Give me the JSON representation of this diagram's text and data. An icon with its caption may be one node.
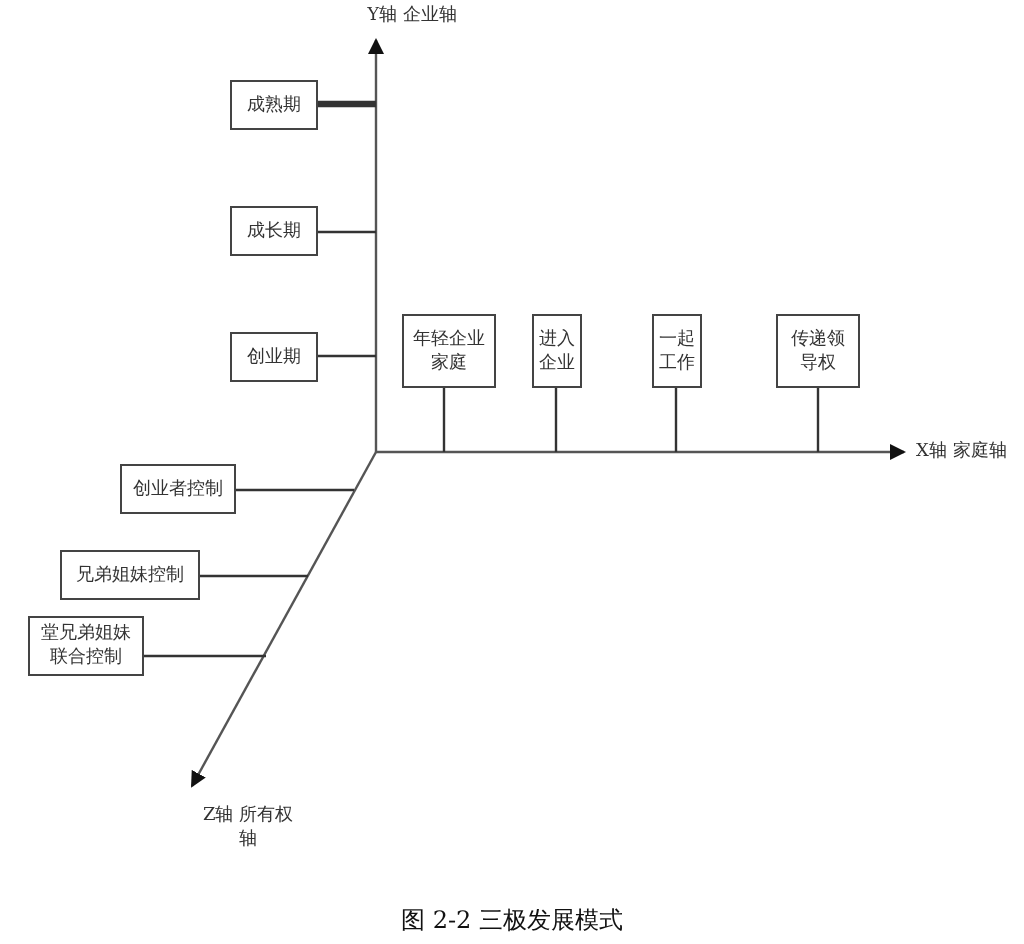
{
  "diagram": {
    "caption": "图 2-2 三极发展模式",
    "nodes": [
      {
        "text": [
          "成熟期"
        ]
      },
      {
        "text": [
          "成长期"
        ]
      },
      {
        "text": [
          "创业期"
        ]
      },
      {
        "text": [
          "年轻企业家庭"
        ]
      },
      {
        "text": [
          "进入企业"
        ]
      },
      {
        "text": [
          "一起工作"
        ]
      },
      {
        "text": [
          "传递领导权"
        ]
      },
      {
        "text": [
          "创业者控制"
        ]
      },
      {
        "text": [
          "兄弟姐妹控制"
        ]
      },
      {
        "text": [
          "堂兄弟姐妹联合控制"
        ]
      }
    ],
    "edges": [
      {
        "from": 0,
        "to": null,
        "arrow": "none",
        "style": "thick"
      },
      {
        "from": 1,
        "to": null,
        "arrow": "none"
      },
      {
        "from": 2,
        "to": null,
        "arrow": "none"
      },
      {
        "from": 3,
        "to": null,
        "arrow": "none"
      },
      {
        "from": 4,
        "to": null,
        "arrow": "none"
      },
      {
        "from": 5,
        "to": null,
        "arrow": "none"
      },
      {
        "from": 6,
        "to": null,
        "arrow": "none"
      },
      {
        "from": 7,
        "to": null,
        "arrow": "none"
      },
      {
        "from": 8,
        "to": null,
        "arrow": "none"
      },
      {
        "from": 9,
        "to": null,
        "arrow": "none"
      }
    ],
    "labels": [
      "Y轴 企业轴",
      "X轴 家庭轴",
      "Z轴 所有权轴"
    ]
  }
}
